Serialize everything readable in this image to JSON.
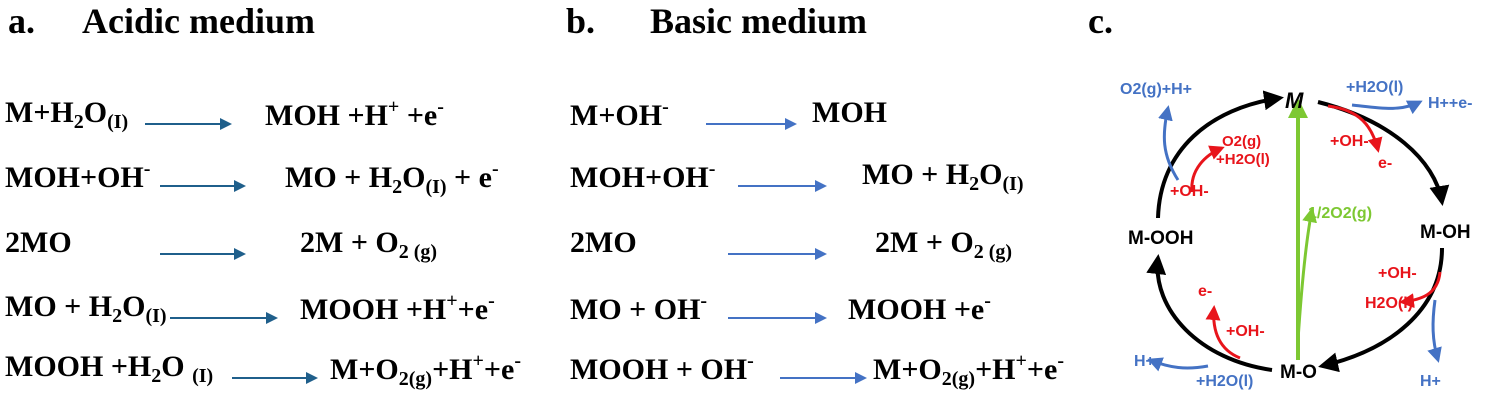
{
  "panels": {
    "a": {
      "label": "a.",
      "title": "Acidic medium"
    },
    "b": {
      "label": "b.",
      "title": "Basic medium"
    },
    "c": {
      "label": "c."
    }
  },
  "acidic": [
    {
      "lhs": [
        "M+H",
        {
          "sub": "2"
        },
        "O",
        {
          "sub": "(I)"
        }
      ],
      "rhs": [
        "MOH +H",
        {
          "sup": "+"
        },
        " +e",
        {
          "sup": "-"
        }
      ]
    },
    {
      "lhs": [
        "MOH+OH",
        {
          "sup": "-"
        }
      ],
      "rhs": [
        "MO + H",
        {
          "sub": "2"
        },
        "O",
        {
          "sub": "(I)"
        },
        " + e",
        {
          "sup": "-"
        }
      ]
    },
    {
      "lhs": [
        "2MO"
      ],
      "rhs": [
        "2M + O",
        {
          "sub": "2 (g)"
        }
      ]
    },
    {
      "lhs": [
        "MO + H",
        {
          "sub": "2"
        },
        "O",
        {
          "sub": "(I)"
        }
      ],
      "rhs": [
        "MOOH +H",
        {
          "sup": "+"
        },
        "+e",
        {
          "sup": "-"
        }
      ]
    },
    {
      "lhs": [
        "MOOH +H",
        {
          "sub": "2"
        },
        "O ",
        {
          "sub": "(I)"
        }
      ],
      "rhs": [
        "M+O",
        {
          "sub": "2(g)"
        },
        "+H",
        {
          "sup": "+"
        },
        "+e",
        {
          "sup": "-"
        }
      ]
    }
  ],
  "basic": [
    {
      "lhs": [
        "M+OH",
        {
          "sup": "-"
        }
      ],
      "rhs": [
        "MOH"
      ]
    },
    {
      "lhs": [
        "MOH+OH",
        {
          "sup": "-"
        }
      ],
      "rhs": [
        "MO + H",
        {
          "sub": "2"
        },
        "O",
        {
          "sub": "(I)"
        }
      ]
    },
    {
      "lhs": [
        "2MO"
      ],
      "rhs": [
        "2M + O",
        {
          "sub": "2 (g)"
        }
      ]
    },
    {
      "lhs": [
        "MO + OH",
        {
          "sup": "-"
        }
      ],
      "rhs": [
        "MOOH +e",
        {
          "sup": "-"
        }
      ]
    },
    {
      "lhs": [
        "MOOH + OH",
        {
          "sup": "-"
        }
      ],
      "rhs": [
        "M+O",
        {
          "sub": "2(g)"
        },
        "+H",
        {
          "sup": "+"
        },
        "+e",
        {
          "sup": "-"
        }
      ]
    }
  ],
  "cycle": {
    "nodes": {
      "top": "M",
      "right": "M-OH",
      "bottom": "M-O",
      "left": "M-OOH"
    },
    "center": "1/2O2(g)",
    "labels": {
      "tr_in": "+H2O(l)",
      "tr_out": "H++e-",
      "tr_red_in": "+OH-",
      "tr_red_out": "e-",
      "tl_out": "O2(g)+H+",
      "tl_red_a": "O2(g)",
      "tl_red_b": "+H2O(l)",
      "tl_red_in": "+OH-",
      "r_red_in": "+OH-",
      "r_red_out": "H2O(l)",
      "r_out": "H+",
      "bl_red_out": "e-",
      "bl_red_in": "+OH-",
      "bl_out": "H+",
      "bl_in": "+H2O(l)"
    },
    "colors": {
      "black": "#000000",
      "red": "#e8141b",
      "blue": "#4472c4",
      "green": "#7dc832"
    }
  },
  "arrow_colors": {
    "acidic": "#1f5f8b",
    "basic": "#4472c4"
  }
}
